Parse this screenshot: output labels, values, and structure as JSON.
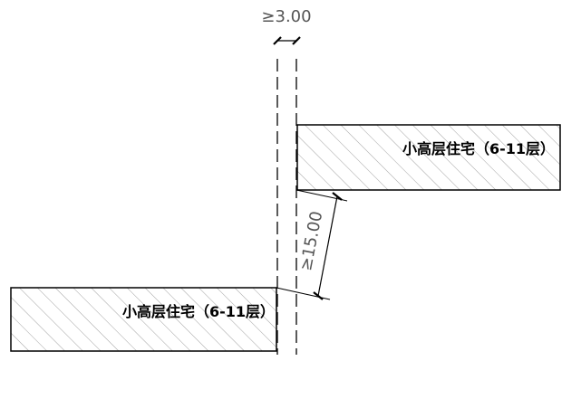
{
  "diagram": {
    "top_gap_label": "≥3.00",
    "diagonal_gap_label": "≥15.00",
    "buildings": [
      {
        "label": "小高层住宅（6-11层）"
      },
      {
        "label": "小高层住宅（6-11层）"
      }
    ]
  }
}
